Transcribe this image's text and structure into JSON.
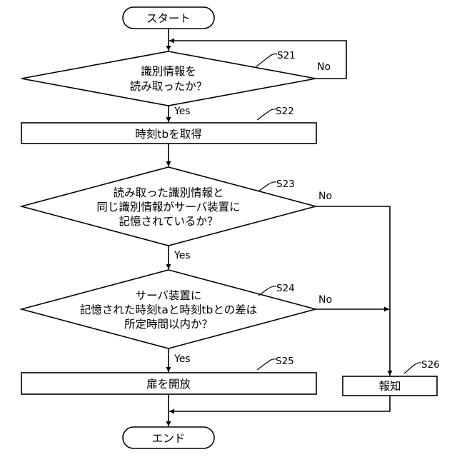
{
  "start": "スタート",
  "end": "エンド",
  "steps": {
    "s21": {
      "id": "S21",
      "lines": [
        "識別情報を",
        "読み取ったか？"
      ]
    },
    "s22": {
      "id": "S22",
      "text": "時刻tbを取得"
    },
    "s23": {
      "id": "S23",
      "lines": [
        "読み取った識別情報と",
        "同じ識別情報がサーバ装置に",
        "記憶されているか？"
      ]
    },
    "s24": {
      "id": "S24",
      "lines": [
        "サーバ装置に",
        "記憶された時刻taと時刻tbとの差は",
        "所定時間以内か？"
      ]
    },
    "s25": {
      "id": "S25",
      "text": "扉を開放"
    },
    "s26": {
      "id": "S26",
      "text": "報知"
    }
  },
  "branches": {
    "yes": "Yes",
    "no": "No"
  }
}
